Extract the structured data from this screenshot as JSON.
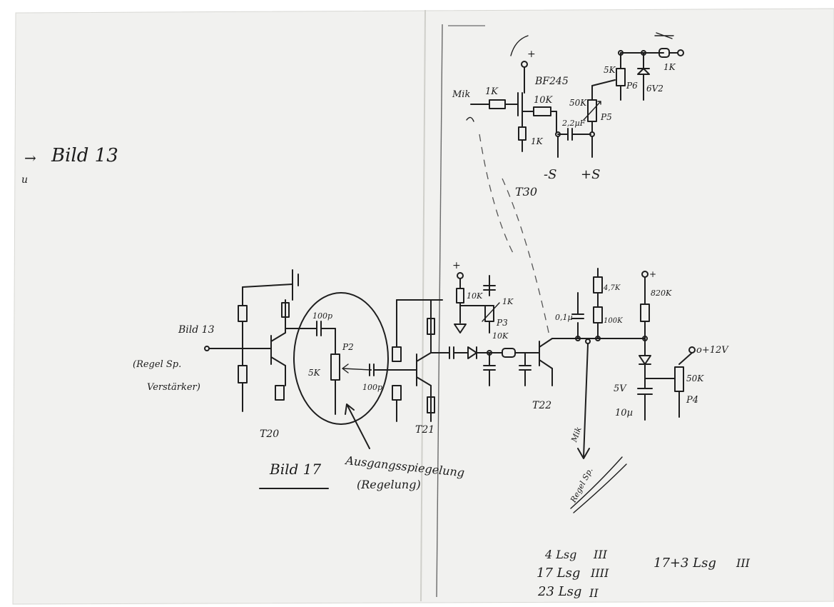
{
  "left_notes": {
    "arrow": "→",
    "bild13": "Bild 13",
    "und": "u"
  },
  "mic_circuit": {
    "mic_label": "Mik",
    "r_in": "1K",
    "transistor": "BF245",
    "r_drain": "10K",
    "r_source": "1K",
    "cap": "2,2µF",
    "pot_50k": "50K",
    "p5": "P5",
    "p6": "P6",
    "pot_5k": "5K",
    "zener": "6V2",
    "r_out": "1K",
    "supply_plus": "+",
    "minus_s": "-S",
    "plus_s": "+S",
    "name": "T30"
  },
  "main_circuit": {
    "input_label": "Bild 13",
    "input_note_1": "(Regel Sp.",
    "input_note_2": "Verstärker)",
    "cap_100p_top": "100p",
    "p2": "P2",
    "pot_5k": "5K",
    "cap_100p": "100p",
    "t20": "T20",
    "t21": "T21",
    "t22": "T22",
    "plus_rail": "+",
    "r_10k_a": "10K",
    "r_1k": "1K",
    "p3": "P3",
    "r_10k_b": "10K",
    "cap_01": "0,1µ",
    "r_47k": "4,7K",
    "r_100k": "100K",
    "r_820k": "820K",
    "supply_12v": "o+12V",
    "zener_5v": "5V",
    "cap_10u": "10µ",
    "pot_50k": "50K",
    "p4": "P4",
    "mik_label": "Mik",
    "regel_label": "Regel Sp."
  },
  "annotations": {
    "bild17": "Bild 17",
    "ausgang_1": "Ausgangsspiegelung",
    "ausgang_2": "(Regelung)"
  },
  "tally": {
    "row1": "4 Lsg",
    "marks1": "III",
    "row2": "17 Lsg",
    "marks2": "IIII",
    "row3": "23 Lsg",
    "marks3": "II",
    "right": "17+3 Lsg",
    "right_marks": "III"
  }
}
